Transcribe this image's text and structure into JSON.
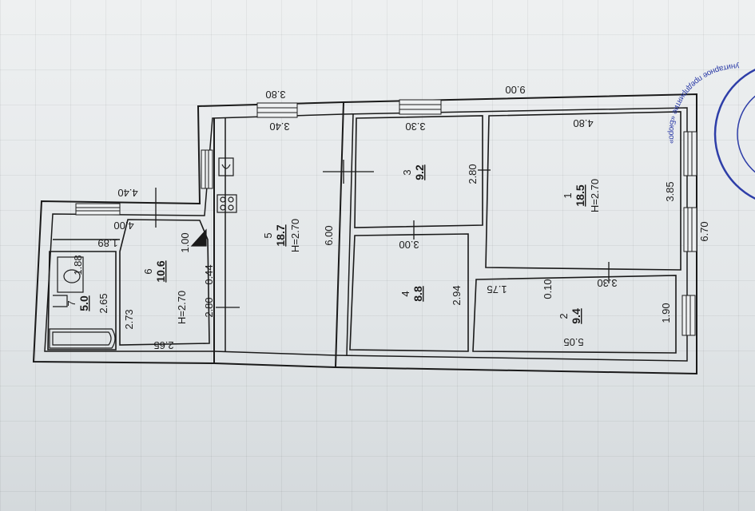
{
  "plan": {
    "dims": {
      "top_left": "3.80",
      "top_right": "9.00",
      "right": "6.70",
      "wing_top": "4.40",
      "r5_top": "3.40",
      "r5_depth": "6.00",
      "r3_top": "3.30",
      "r3_side": "2.80",
      "r1_top": "4.80",
      "r1_side": "3.85",
      "r4_top": "3.00",
      "r4_side": "2.94",
      "r2_gap": "0.10",
      "r2_top": "3.30",
      "r2_bottom": "5.05",
      "r2_side": "1.90",
      "r2_step": "1.75",
      "r6_top": "4.00",
      "r6_side": "2.73",
      "r6_bottom": "2.65",
      "r6_door": "2.80",
      "r6_small1": "1.00",
      "r6_small2": "0.44",
      "r7_top": "1.89",
      "r7_width": "1.88",
      "r7_side": "2.65"
    },
    "rooms": [
      {
        "no": "1",
        "area": "18.5",
        "height": "H=2.70"
      },
      {
        "no": "2",
        "area": "9.4"
      },
      {
        "no": "3",
        "area": "9.2"
      },
      {
        "no": "4",
        "area": "8.8"
      },
      {
        "no": "5",
        "area": "18.7",
        "height": "H=2.70"
      },
      {
        "no": "6",
        "area": "10.6",
        "height": "H=2.70"
      },
      {
        "no": "7",
        "area": "5.0"
      }
    ],
    "stamp": {
      "text": "унитарное предприятие «Бюро»"
    }
  },
  "colors": {
    "wall": "#1a1a1a",
    "paper": "#eef0f1"
  }
}
